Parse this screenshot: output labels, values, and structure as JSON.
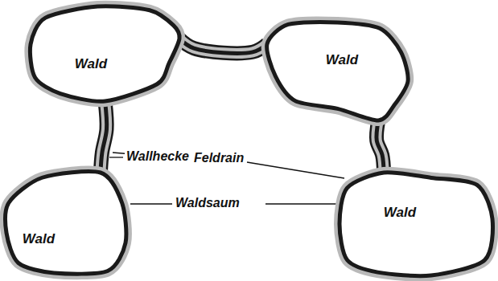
{
  "diagram": {
    "nodes": [
      {
        "text": [
          "Wald"
        ]
      },
      {
        "text": [
          "Wald"
        ]
      },
      {
        "text": [
          "Wald"
        ]
      },
      {
        "text": [
          "Wald"
        ]
      }
    ],
    "edges": [
      {
        "from": 0,
        "to": 1,
        "arrow": "none"
      },
      {
        "from": 0,
        "to": 2,
        "arrow": "none"
      },
      {
        "from": 1,
        "to": 3,
        "arrow": "none"
      }
    ],
    "labels": [
      "Wallhecke",
      "Feldrain",
      "Waldsaum"
    ]
  }
}
